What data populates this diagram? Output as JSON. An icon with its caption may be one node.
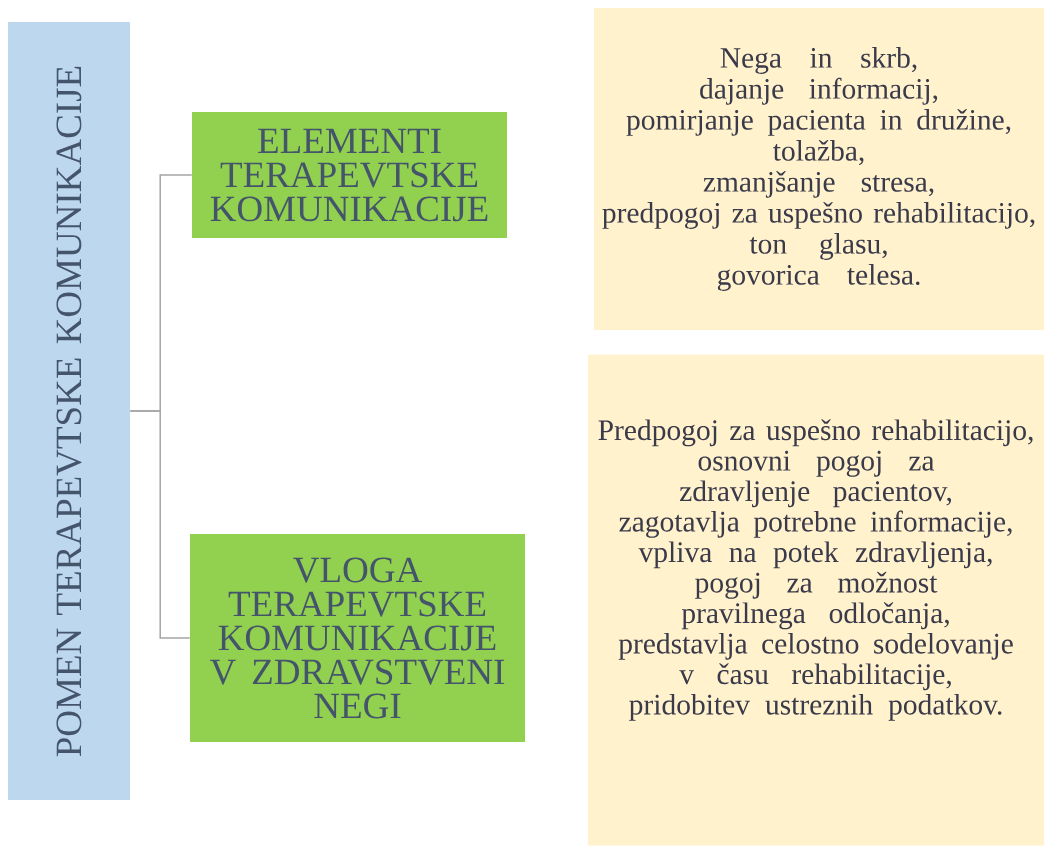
{
  "diagram": {
    "nodes": [
      {
        "text": [
          "POMEN TERAPEVTSKE KOMUNIKACIJE"
        ]
      },
      {
        "text": [
          "ELEMENTI TERAPEVTSKE KOMUNIKACIJE"
        ]
      },
      {
        "text": [
          "VLOGA TERAPEVTSKE KOMUNIKACIJE V ZDRAVSTVENI NEGI"
        ]
      },
      {
        "text": [
          "Nega in skrb,",
          "dajanje informacij,",
          "pomirjanje pacienta in družine,",
          "tolažba,",
          "zmanjšanje stresa,",
          "predpogoj za uspešno rehabilitacijo,",
          "ton glasu,",
          "govorica telesa."
        ]
      },
      {
        "text": [
          "Predpogoj za uspešno rehabilitacijo,",
          "osnovni pogoj za zdravljenje pacientov,",
          "zagotavlja potrebne informacije,",
          "vpliva na potek zdravljenja,",
          "pogoj za možnost pravilnega odločanja,",
          "predstavlja celostno sodelovanje v času rehabilitacije,",
          "pridobitev ustreznih podatkov."
        ]
      }
    ],
    "edges": [
      {
        "from": 0,
        "to": 1,
        "arrow": "none"
      },
      {
        "from": 0,
        "to": 2,
        "arrow": "none"
      }
    ]
  }
}
